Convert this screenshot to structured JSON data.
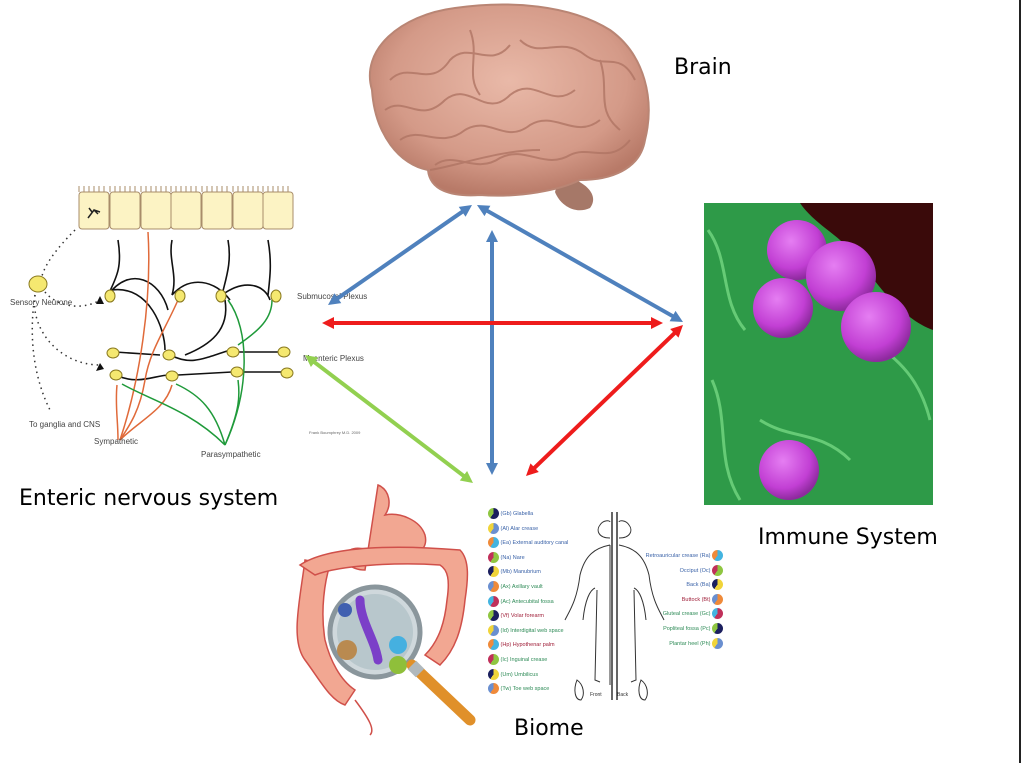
{
  "slide": {
    "nodes": {
      "brain": {
        "label": "Brain"
      },
      "immune": {
        "label": "Immune System"
      },
      "ens": {
        "label": "Enteric nervous system"
      },
      "biome": {
        "label": "Biome"
      }
    },
    "colors": {
      "blue_arrow": "#4f81bd",
      "red_arrow": "#ee1c1c",
      "green_arrow": "#92d050",
      "brain": "#d9a494",
      "immune_bg": "#2faa55",
      "bacteria": "#c842d8",
      "gut": "#f2a792"
    },
    "ens_diagram": {
      "sensory_neurone": "Sensory Neurone",
      "submucosal": "Submucosal Plexus",
      "myenteric": "Myenteric Plexus",
      "to_ganglia": "To ganglia and CNS",
      "sympathetic": "Sympathetic",
      "parasympathetic": "Parasympathetic",
      "credit": "Frank Boumphrey M.D. 2009"
    },
    "body_map": {
      "left_sites": [
        {
          "label": "(Gb) Glabella",
          "color": "#3b63a8"
        },
        {
          "label": "(Al) Alar crease",
          "color": "#3b63a8"
        },
        {
          "label": "(Ea) External auditory canal",
          "color": "#3b63a8"
        },
        {
          "label": "(Na) Nare",
          "color": "#3b63a8"
        },
        {
          "label": "(Mb) Manubrium",
          "color": "#3b63a8"
        },
        {
          "label": "(Ax) Axillary vault",
          "color": "#2e8b57"
        },
        {
          "label": "(Ac) Antecubital fossa",
          "color": "#2e8b57"
        },
        {
          "label": "(Vf) Volar forearm",
          "color": "#a0203a"
        },
        {
          "label": "(Id) Interdigital web space",
          "color": "#2e8b57"
        },
        {
          "label": "(Hp) Hypothenar palm",
          "color": "#a0203a"
        },
        {
          "label": "(Ic) Inguinal crease",
          "color": "#2e8b57"
        },
        {
          "label": "(Um) Umbilicus",
          "color": "#2e8b57"
        },
        {
          "label": "(Tw) Toe web space",
          "color": "#2e8b57"
        }
      ],
      "right_sites": [
        {
          "label": "Retroauricular crease (Ra)",
          "color": "#3b63a8"
        },
        {
          "label": "Occiput (Oc)",
          "color": "#3b63a8"
        },
        {
          "label": "Back (Ba)",
          "color": "#3b63a8"
        },
        {
          "label": "Buttock (Bt)",
          "color": "#a0203a"
        },
        {
          "label": "Gluteal crease (Gc)",
          "color": "#2e8b57"
        },
        {
          "label": "Popliteal fossa (Pc)",
          "color": "#2e8b57"
        },
        {
          "label": "Plantar heel (Ph)",
          "color": "#2e8b57"
        }
      ],
      "front": "Front",
      "back": "Back"
    },
    "arrows": [
      {
        "from": "brain",
        "to": "ens",
        "color": "blue",
        "bidirectional": true
      },
      {
        "from": "brain",
        "to": "immune",
        "color": "blue",
        "bidirectional": true
      },
      {
        "from": "brain",
        "to": "biome",
        "color": "blue",
        "bidirectional": true
      },
      {
        "from": "ens",
        "to": "immune",
        "color": "red",
        "bidirectional": true
      },
      {
        "from": "immune",
        "to": "biome",
        "color": "red",
        "bidirectional": true
      },
      {
        "from": "ens",
        "to": "biome",
        "color": "green",
        "bidirectional": true
      }
    ]
  }
}
